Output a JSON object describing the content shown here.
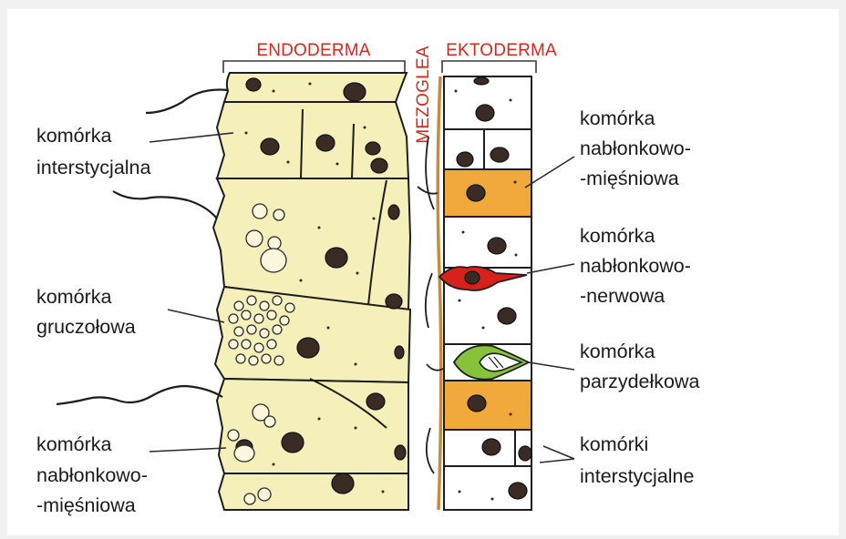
{
  "layers": {
    "endoderm": "ENDODERMA",
    "mesoglea": "MEZOGLEA",
    "ectoderm": "EKTODERMA"
  },
  "left_labels": {
    "interstitial": [
      "komórka",
      "interstycjalna"
    ],
    "glandular": [
      "komórka",
      "gruczołowa"
    ],
    "epitheliomuscular": [
      "komórka",
      "nabłonkowo-",
      "-mięśniowa"
    ]
  },
  "right_labels": {
    "epitheliomuscular": [
      "komórka",
      "nabłonkowo-",
      "-mięśniowa"
    ],
    "epitheliosensory": [
      "komórka",
      "nabłonkowo-",
      "-nerwowa"
    ],
    "cnidocyte": [
      "komórka",
      "parzydełkowa"
    ],
    "interstitial": [
      "komórki",
      "interstycjalne"
    ]
  },
  "colors": {
    "layer_title": "#d6281e",
    "endoderm_cell": "#f5efb9",
    "ectoderm_orange": "#f0a93a",
    "nerve_cell": "#d8211a",
    "cnidocyte": "#86c23a"
  }
}
